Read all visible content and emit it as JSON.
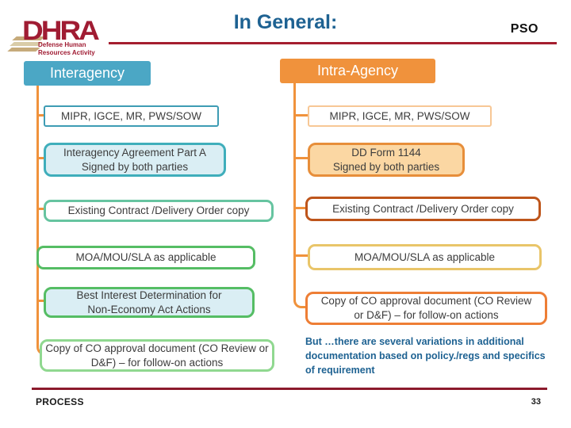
{
  "header": {
    "title": "In General:",
    "corner_label": "PSO",
    "logo": {
      "acronym": "DHRA",
      "tagline": "Defense Human\nResources Activity"
    }
  },
  "diagram": {
    "left": {
      "header": "Interagency",
      "items": [
        {
          "text": "MIPR, IGCE, MR, PWS/SOW"
        },
        {
          "text": "Interagency Agreement Part A\nSigned by both parties"
        },
        {
          "text": "Existing Contract /Delivery Order copy"
        },
        {
          "text": "MOA/MOU/SLA as applicable"
        },
        {
          "text": "Best Interest Determination for\nNon-Economy Act Actions"
        },
        {
          "text": "Copy of CO approval document (CO Review or\nD&F) – for follow-on actions"
        }
      ]
    },
    "right": {
      "header": "Intra-Agency",
      "items": [
        {
          "text": "MIPR, IGCE, MR, PWS/SOW"
        },
        {
          "text": "DD Form 1144\nSigned by both parties"
        },
        {
          "text": "Existing Contract /Delivery Order copy"
        },
        {
          "text": "MOA/MOU/SLA as applicable"
        },
        {
          "text": "Copy of CO approval document (CO Review\nor D&F) – for follow-on actions"
        }
      ]
    }
  },
  "note": "But …there are several variations in additional\ndocumentation based on policy./regs and specifics\nof requirement",
  "footer": {
    "label": "PROCESS",
    "page_number": "33"
  },
  "colors": {
    "interagency_header_bg": "#4BA7C5",
    "intra_agency_header_bg": "#F0923C",
    "connector_orange": "#F0923C",
    "title_blue": "#1E6292",
    "note_blue": "#1E6292",
    "title_rule_red": "#A51E2F",
    "footer_rule_maroon": "#8C1A2C",
    "logo_crimson": "#A01C33",
    "logo_tan": "#C6AB7B"
  }
}
